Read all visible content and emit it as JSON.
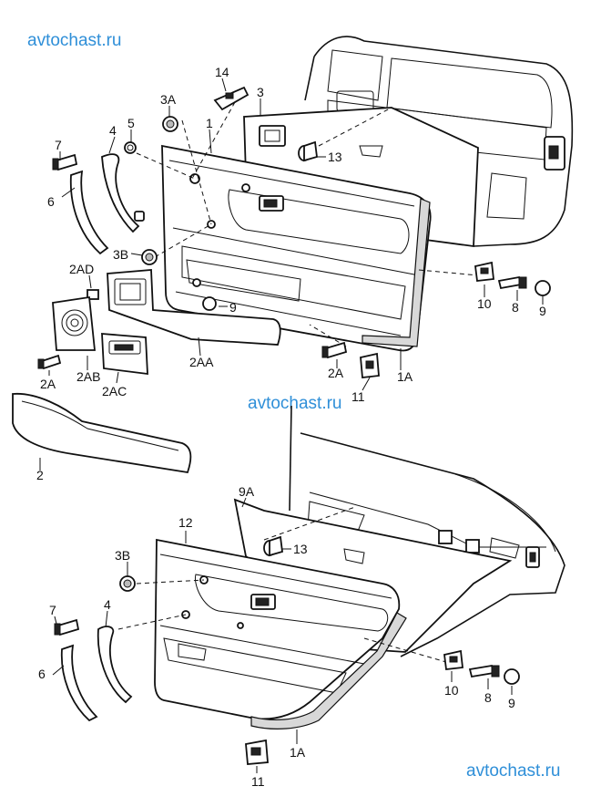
{
  "watermarks": [
    "avtochast.ru",
    "avtochast.ru",
    "avtochast.ru"
  ],
  "labels": {
    "l14": "14",
    "l3": "3",
    "l3a": "3A",
    "l1": "1",
    "l4": "4",
    "l5": "5",
    "l7": "7",
    "l6": "6",
    "l13": "13",
    "l3b": "3B",
    "l2ad": "2AD",
    "l9": "9",
    "l10": "10",
    "l8": "8",
    "l9b": "9",
    "l2aa": "2AA",
    "l2a": "2A",
    "l1a": "1A",
    "l11": "11",
    "l2ab": "2AB",
    "l2ac": "2AC",
    "l2a_left": "2A",
    "l2": "2",
    "r9a": "9A",
    "r12": "12",
    "r13": "13",
    "r3b": "3B",
    "r7": "7",
    "r4": "4",
    "r6": "6",
    "r10": "10",
    "r8": "8",
    "r9": "9",
    "r1a": "1A",
    "r11": "11"
  },
  "colors": {
    "watermark": "#2f8fd8",
    "ink": "#111111"
  }
}
